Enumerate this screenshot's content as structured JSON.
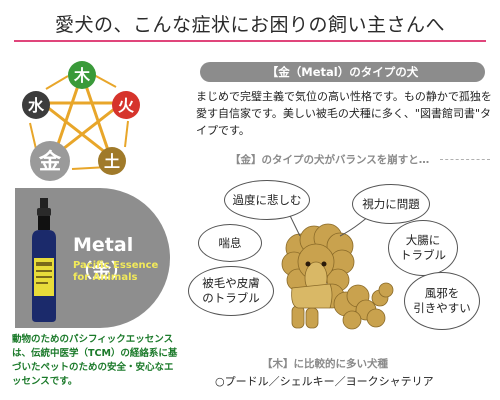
{
  "header": {
    "title": "愛犬の、こんな症状にお困りの飼い主さんへ",
    "accent_color": "#e0457b"
  },
  "elements": {
    "wood": "木",
    "fire": "火",
    "earth": "土",
    "metal": "金",
    "water": "水",
    "colors": {
      "wood": "#3a9a3a",
      "fire": "#d6342c",
      "earth": "#a07a2a",
      "metal": "#9a9a9a",
      "water": "#3c3c3c",
      "star": "#e8a62a"
    }
  },
  "product": {
    "title": "Metal（金）",
    "subtitle_line1": "Pacific Essence",
    "subtitle_line2": "for Animals"
  },
  "intro": "動物のためのパシフィックエッセンスは、伝統中医学（TCM）の経絡系に基づいたペットのための安全・安心なエッセンスです。",
  "type": {
    "banner": "【金（Metal）のタイプの犬",
    "description": "まじめで完璧主義で気位の高い性格です。もの静かで孤独を愛す自信家です。美しい被毛の犬種に多く、\"図書館司書\"タイプです。"
  },
  "balance": {
    "heading": "【金】のタイプの犬がバランスを崩すと…"
  },
  "symptoms": {
    "sadness": "過度に悲しむ",
    "vision": "視力に問題",
    "asthma": "喘息",
    "bowel_line1": "大腸に",
    "bowel_line2": "トラブル",
    "skin_line1": "被毛や皮膚",
    "skin_line2": "のトラブル",
    "cold_line1": "風邪を",
    "cold_line2": "引きやすい"
  },
  "breeds": {
    "heading": "【木】に比較的に多い犬種",
    "list": "○プードル／シェルキー／ヨークシャテリア"
  }
}
